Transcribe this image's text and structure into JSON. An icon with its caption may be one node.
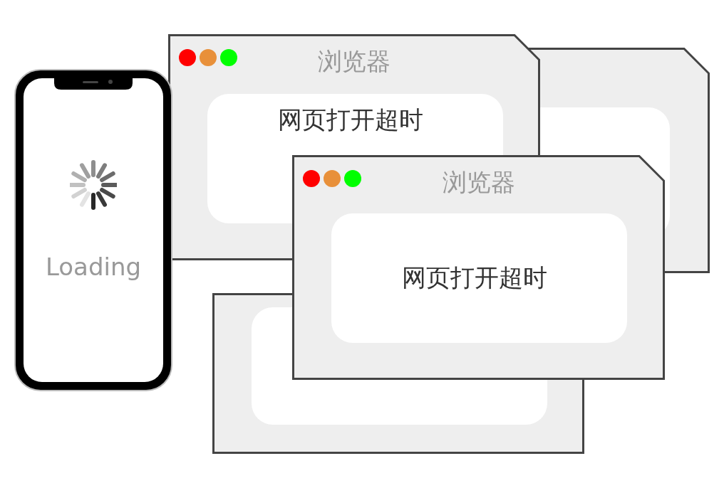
{
  "diagram": {
    "nodes": [
      {
        "text": [
          "Loading"
        ]
      },
      {
        "text": [
          "浏览器",
          "网页打开超时"
        ]
      },
      {
        "text": [],
        "shape": "box"
      },
      {
        "text": [],
        "shape": "box"
      },
      {
        "text": [
          "浏览器",
          "网页打开超时"
        ]
      }
    ]
  }
}
